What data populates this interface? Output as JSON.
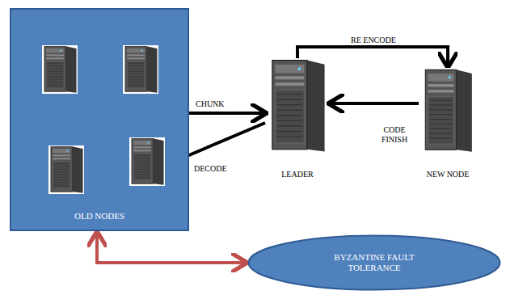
{
  "diagram": {
    "nodes": [
      {
        "text": [
          "OLD NODES"
        ]
      },
      {
        "text": [
          "LEADER"
        ]
      },
      {
        "text": [
          "NEW NODE"
        ]
      },
      {
        "text": [
          "BYZANTINE FAULT TOLERANCE"
        ]
      }
    ],
    "edges": [
      {
        "from": 0,
        "to": 1,
        "arrow": "both",
        "label": "CHUNK"
      },
      {
        "from": 1,
        "to": 2,
        "arrow": "to",
        "label": "RE ENCODE"
      },
      {
        "from": 2,
        "to": 1,
        "arrow": "to",
        "label": "CODE FINISH"
      },
      {
        "from": 0,
        "to": 3,
        "arrow": "both"
      }
    ],
    "labels": [
      "DECODE"
    ]
  }
}
